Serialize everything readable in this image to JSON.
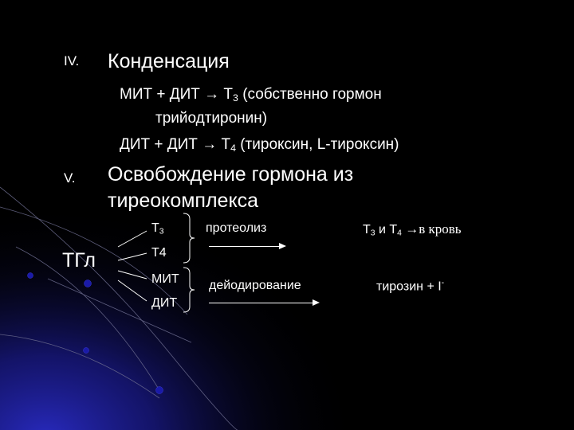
{
  "items": {
    "iv": {
      "number": "IV.",
      "title": "Конденсация",
      "eq1_start": "МИТ + ДИТ → Т",
      "eq1_sub": "3",
      "eq1_end": " (собственно гормон",
      "eq1_cont": "трийодтиронин)",
      "eq2_start": "ДИТ + ДИТ →  Т",
      "eq2_sub": "4",
      "eq2_end": " (тироксин, L-тироксин)"
    },
    "v": {
      "number": "V.",
      "title_line1": "Освобождение гормона из",
      "title_line2": "тиреокомплекса"
    }
  },
  "scheme": {
    "source": "ТГл",
    "products": {
      "t3_letter": "Т",
      "t3_sub": "3",
      "t4": "Т4",
      "mit": "МИТ",
      "dit": "ДИТ"
    },
    "proteolysis": "протеолиз",
    "deiodination": "дейодирование",
    "result1_a": "Т",
    "result1_a_sub": "3",
    "result1_b": " и Т",
    "result1_b_sub": "4",
    "result1_c": " →в кровь",
    "result2_text": "тирозин + I",
    "result2_sup": "-"
  }
}
